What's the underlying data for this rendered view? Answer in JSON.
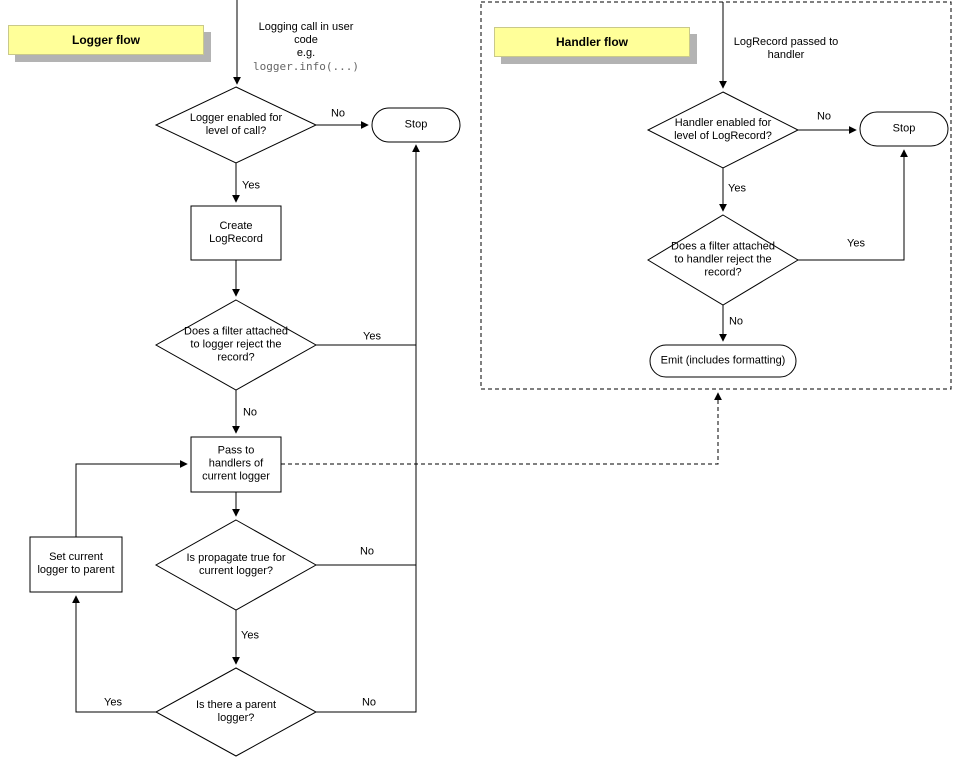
{
  "diagram": {
    "colors": {
      "label_bg": "#ffff99",
      "label_shadow": "#b3b3b3",
      "line": "#000000",
      "shape_fill": "#ffffff"
    },
    "logger_flow": {
      "title": "Logger flow",
      "start": {
        "text": "Logging call in user\ncode\ne.g.",
        "code": "logger.info(...)"
      },
      "nodes": {
        "enabled_check": "Logger enabled for\nlevel of call?",
        "stop": "Stop",
        "create_logrecord": "Create\nLogRecord",
        "filter_check": "Does a filter attached\nto logger reject the\nrecord?",
        "pass_to_handlers": "Pass to\nhandlers of\ncurrent logger",
        "propagate_check": "Is propagate true for\ncurrent logger?",
        "parent_check": "Is there a parent\nlogger?",
        "set_current_logger": "Set current\nlogger to parent"
      },
      "edge_labels": {
        "enabled_no": "No",
        "enabled_yes": "Yes",
        "filter_yes": "Yes",
        "filter_no": "No",
        "propagate_no": "No",
        "propagate_yes": "Yes",
        "parent_no": "No",
        "parent_yes": "Yes"
      }
    },
    "handler_flow": {
      "title": "Handler flow",
      "start": "LogRecord passed to\nhandler",
      "nodes": {
        "enabled_check": "Handler enabled for\nlevel of LogRecord?",
        "stop": "Stop",
        "filter_check": "Does a filter attached\nto handler reject the\nrecord?",
        "emit": "Emit (includes formatting)"
      },
      "edge_labels": {
        "enabled_no": "No",
        "enabled_yes": "Yes",
        "filter_yes": "Yes",
        "filter_no": "No"
      }
    }
  }
}
